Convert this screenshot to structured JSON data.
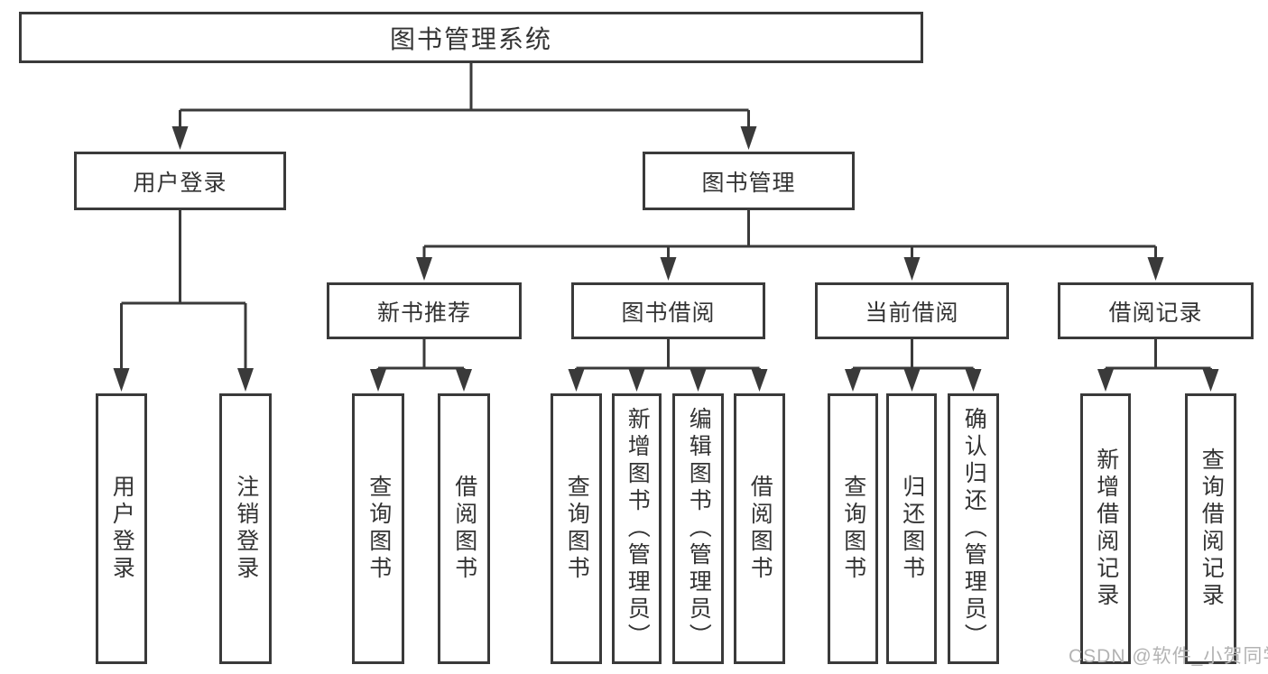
{
  "diagram": {
    "root": "图书管理系统",
    "level2": {
      "user_login": "用户登录",
      "book_management": "图书管理"
    },
    "level3": {
      "new_book": "新书推荐",
      "book_borrow": "图书借阅",
      "current_borrow": "当前借阅",
      "borrow_records": "借阅记录"
    },
    "leaves": {
      "user_login": "用户登录",
      "logout": "注销登录",
      "nb_query": "查询图书",
      "nb_borrow": "借阅图书",
      "bb_query": "查询图书",
      "bb_add": "新增图书（管理员）",
      "bb_edit": "编辑图书（管理员）",
      "bb_borrow": "借阅图书",
      "cb_query": "查询图书",
      "cb_return": "归还图书",
      "cb_confirm": "确认归还（管理员）",
      "br_add": "新增借阅记录",
      "br_query": "查询借阅记录"
    }
  },
  "watermark": "CSDN @软件_小贺同学",
  "colors": {
    "line": "#3a3a3a",
    "text": "#333333",
    "watermark": "#b3b3b3",
    "background": "#ffffff"
  }
}
